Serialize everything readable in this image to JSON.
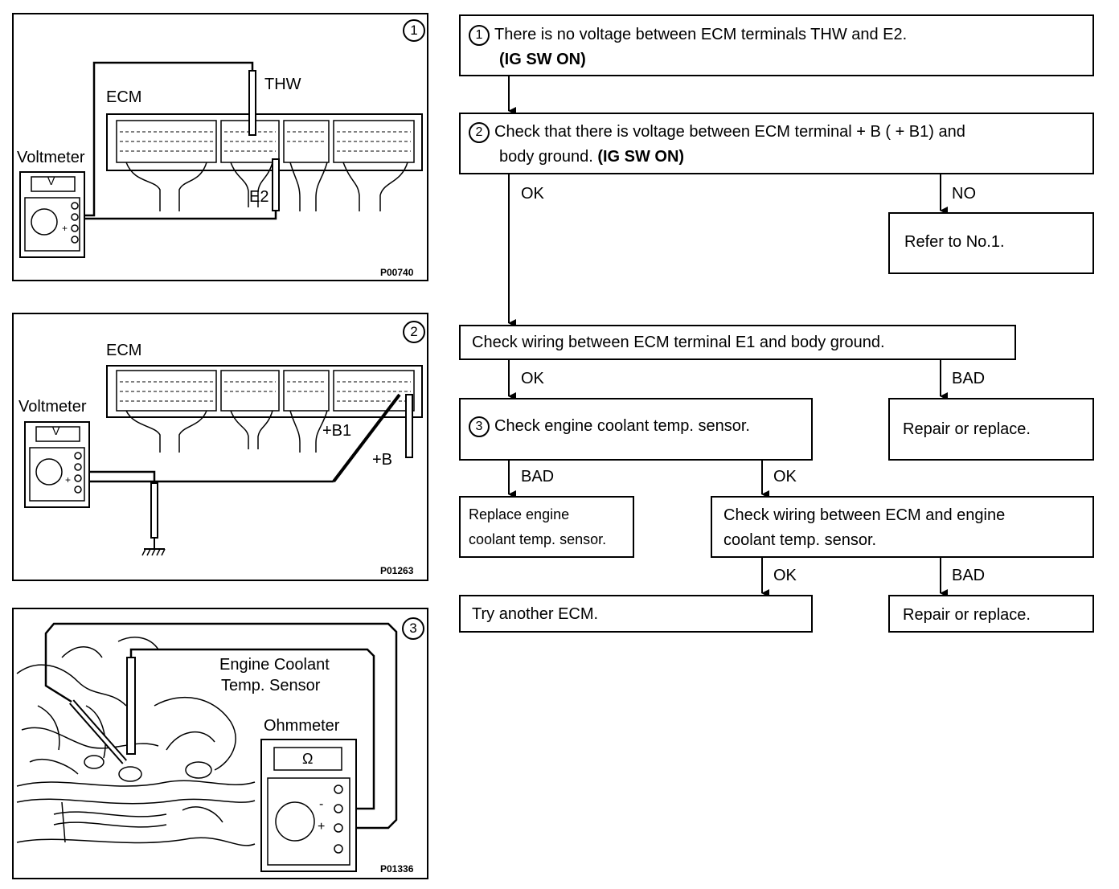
{
  "panel1": {
    "number": "1",
    "labels": {
      "ecm": "ECM",
      "thw": "THW",
      "voltmeter": "Voltmeter",
      "e2": "E2",
      "meter_face": "V"
    },
    "code": "P00740"
  },
  "panel2": {
    "number": "2",
    "labels": {
      "ecm": "ECM",
      "voltmeter": "Voltmeter",
      "b1": "+B1",
      "b": "+B",
      "meter_face": "V"
    },
    "code": "P01263"
  },
  "panel3": {
    "number": "3",
    "labels": {
      "sensor_line1": "Engine Coolant",
      "sensor_line2": "Temp. Sensor",
      "ohmmeter": "Ohmmeter",
      "meter_face": "Ω",
      "minus": "-",
      "plus": "+"
    },
    "code": "P01336"
  },
  "flow": {
    "step1": {
      "num": "1",
      "line1": "There is no voltage between ECM terminals THW and E2.",
      "line2": "(IG SW ON)"
    },
    "step2": {
      "num": "2",
      "line1": "Check that there is voltage between ECM terminal  + B  ( + B1)  and",
      "line2_a": "body ground.",
      "line2_b": "(IG SW ON)"
    },
    "ok_a": "OK",
    "no_a": "NO",
    "refer": "Refer to No.1.",
    "check_e1": "Check wiring between  ECM terminal  E1  and body ground.",
    "ok_b": "OK",
    "bad_b": "BAD",
    "step3": {
      "num": "3",
      "text": "Check engine coolant temp. sensor."
    },
    "repair1": "Repair or replace.",
    "bad_c": "BAD",
    "ok_c": "OK",
    "replace_line1": "Replace engine",
    "replace_line2": "coolant temp. sensor.",
    "wiring_line1": "Check wiring between ECM and engine",
    "wiring_line2": "coolant temp. sensor.",
    "ok_d": "OK",
    "bad_d": "BAD",
    "try": "Try another ECM.",
    "repair2": "Repair or replace."
  }
}
